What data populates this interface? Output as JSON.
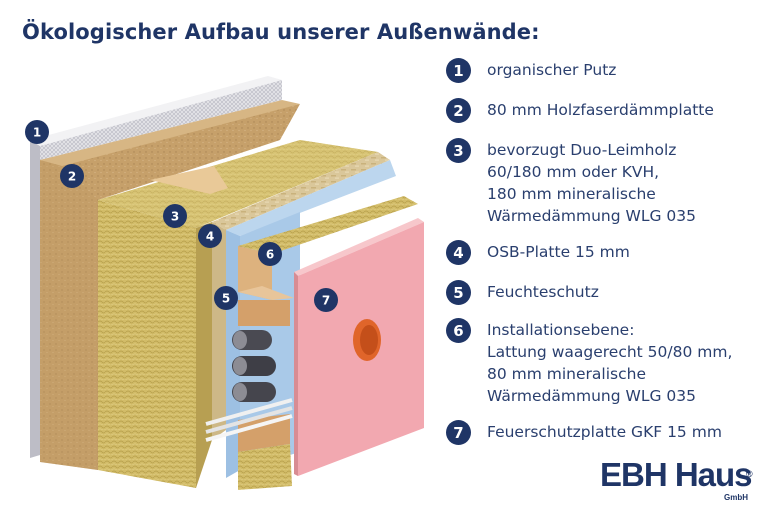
{
  "title": "Ökologischer Aufbau unserer Außenwände:",
  "diagram_badges": [
    "1",
    "2",
    "3",
    "4",
    "5",
    "6",
    "7"
  ],
  "legend": [
    {
      "number": "1",
      "text": "organischer Putz"
    },
    {
      "number": "2",
      "text": "80 mm Holzfaserdämmplatte"
    },
    {
      "number": "3",
      "text": "bevorzugt Duo-Leimholz\n60/180 mm oder KVH,\n180 mm mineralische\nWärmedämmung WLG 035"
    },
    {
      "number": "4",
      "text": "OSB-Platte 15 mm"
    },
    {
      "number": "5",
      "text": "Feuchteschutz"
    },
    {
      "number": "6",
      "text": "Installationsebene:\nLattung waagerecht 50/80 mm,\n80 mm mineralische\nWärmedämmung WLG 035"
    },
    {
      "number": "7",
      "text": "Feuerschutzplatte GKF 15 mm"
    }
  ],
  "logo": {
    "name": "EBH Haus",
    "registered": "®",
    "suffix": "GmbH"
  },
  "colors": {
    "navy": "#1f3566",
    "plaster": "#e6e6e6",
    "wood_fiber": "#c9a46e",
    "mineral_wool": "#d3bd6a",
    "osb": "#d9c79a",
    "vapor_barrier": "#a8c8e8",
    "fire_board": "#f0a8ae",
    "socket": "#e0652a"
  }
}
